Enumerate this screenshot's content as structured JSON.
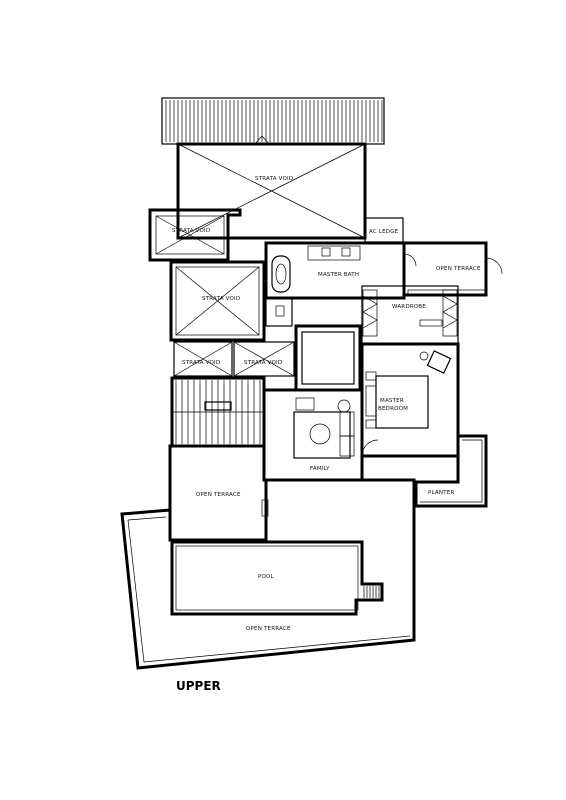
{
  "plan": {
    "floor_label": "UPPER",
    "rooms": {
      "strata_void_top": "STRATA VOID",
      "strata_void_small": "STRATA VOID",
      "strata_void_mid": "STRATA VOID",
      "strata_void_left": "STRATA VOID",
      "strata_void_right": "STRATA VOID",
      "ac_ledge": "AC LEDGE",
      "master_bath": "MASTER BATH",
      "open_terrace_right": "OPEN TERRACE",
      "wardrobe": "WARDROBE",
      "master_bedroom_line1": "MASTER",
      "master_bedroom_line2": "BEDROOM",
      "family": "FAMILY",
      "planter": "PLANTER",
      "open_terrace_mid": "OPEN TERRACE",
      "pool": "POOL",
      "open_terrace_bottom": "OPEN TERRACE"
    }
  }
}
